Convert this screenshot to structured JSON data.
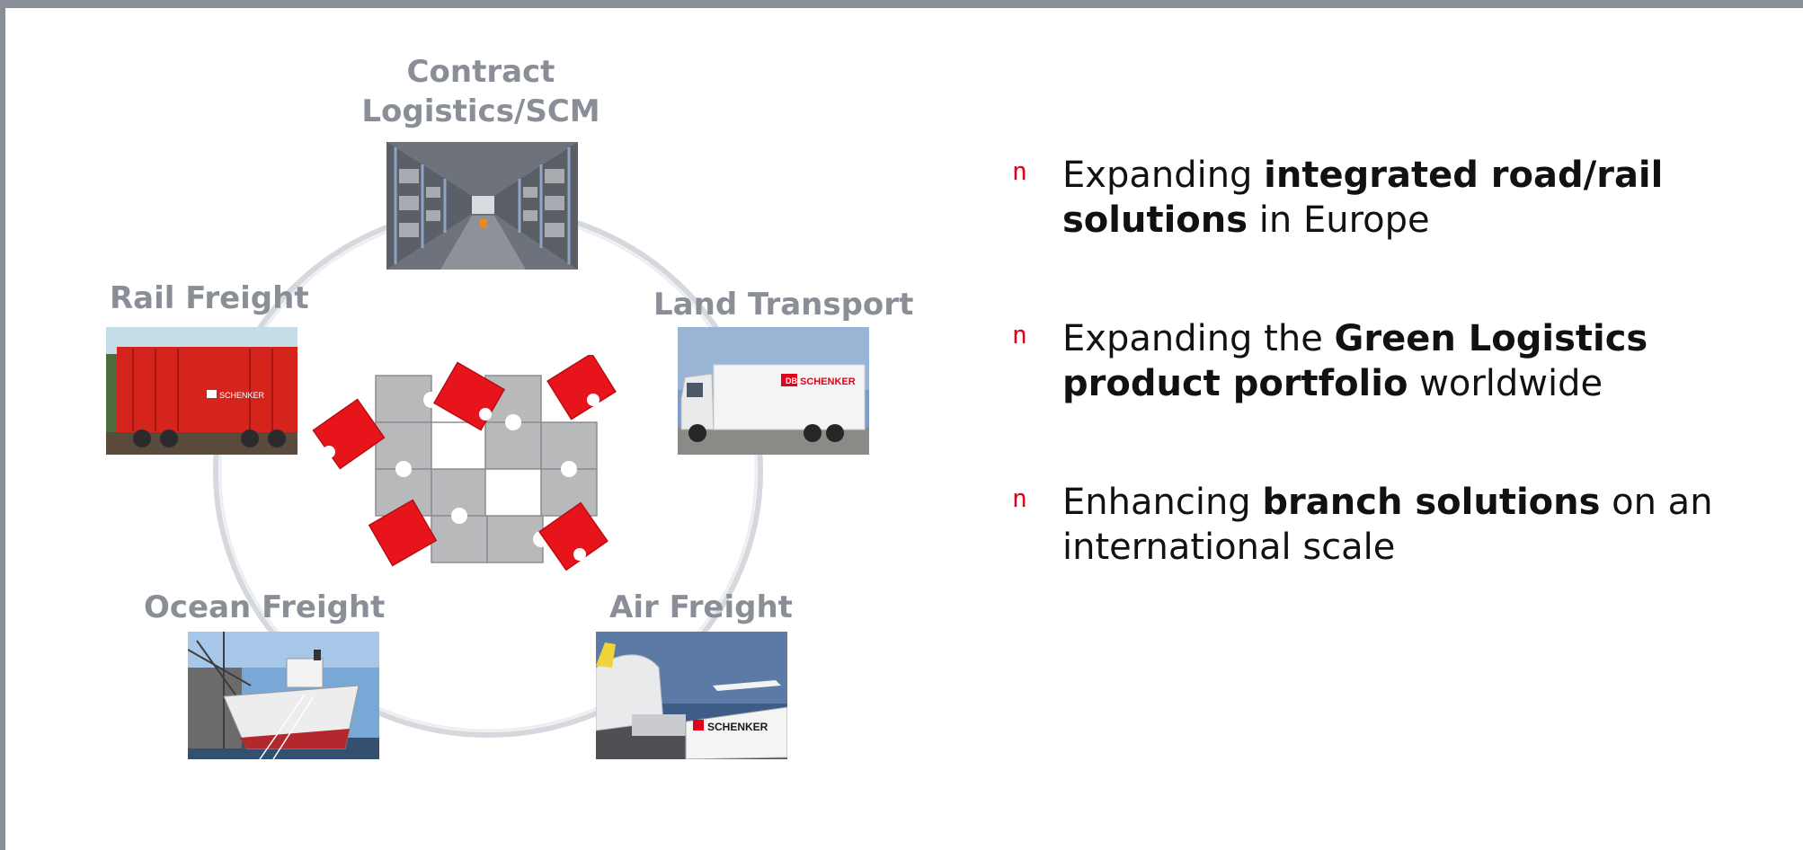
{
  "diagram": {
    "labels": {
      "contract": "Contract Logistics/SCM",
      "rail": "Rail Freight",
      "land": "Land Transport",
      "ocean": "Ocean Freight",
      "air": "Air Freight"
    },
    "truck_logo": "SCHENKER",
    "wagon_logo": "SCHENKER",
    "air_logo": "SCHENKER",
    "colors": {
      "label": "#8a8f97",
      "piece_red": "#e8141b",
      "piece_grey": "#b8b9bb",
      "ring": "#d5d8dd"
    }
  },
  "bullets": {
    "marker": "n",
    "items": [
      {
        "pre": "Expanding ",
        "bold": "integrated road/rail solutions",
        "post": " in Europe"
      },
      {
        "pre": "Expanding the ",
        "bold": "Green Logistics product portfolio",
        "post": " worldwide"
      },
      {
        "pre": "Enhancing ",
        "bold": "branch solutions",
        "post": " on an international scale"
      }
    ],
    "accent_color": "#e2001a"
  }
}
